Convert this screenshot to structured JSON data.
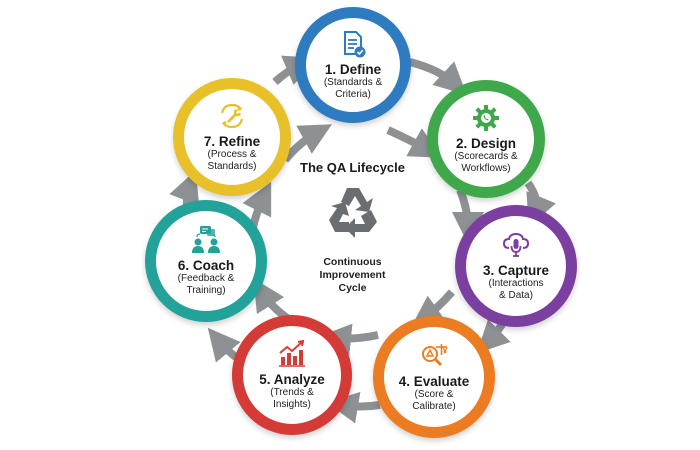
{
  "diagram": {
    "center": {
      "title": "The QA Lifecycle",
      "subtitle_lines": [
        "Continuous",
        "Improvement",
        "Cycle"
      ],
      "icon": "recycle-icon",
      "icon_color": "#6b6e70"
    },
    "arrow_color": "#8e9193",
    "steps": [
      {
        "number": 1,
        "title": "1. Define",
        "sub_lines": [
          "(Standards &",
          "Criteria)"
        ],
        "icon": "document-check-icon",
        "color": "#2e7bbf"
      },
      {
        "number": 2,
        "title": "2. Design",
        "sub_lines": [
          "(Scorecards &",
          "Workflows)"
        ],
        "icon": "gear-phone-icon",
        "color": "#3fa84a"
      },
      {
        "number": 3,
        "title": "3. Capture",
        "sub_lines": [
          "(Interactions",
          "& Data)"
        ],
        "icon": "cloud-microphone-icon",
        "color": "#7b3fa0"
      },
      {
        "number": 4,
        "title": "4. Evaluate",
        "sub_lines": [
          "(Score &",
          "Calibrate)"
        ],
        "icon": "scales-magnifier-icon",
        "color": "#ec7c22"
      },
      {
        "number": 5,
        "title": "5. Analyze",
        "sub_lines": [
          "(Trends &",
          "Insights)"
        ],
        "icon": "bar-chart-trend-icon",
        "color": "#d43a36"
      },
      {
        "number": 6,
        "title": "6. Coach",
        "sub_lines": [
          "(Feedback &",
          "Training)"
        ],
        "icon": "people-chat-icon",
        "color": "#23a29a"
      },
      {
        "number": 7,
        "title": "7. Refine",
        "sub_lines": [
          "(Process &",
          "Standards)"
        ],
        "icon": "wrench-cycle-icon",
        "color": "#e8c02a"
      }
    ]
  }
}
